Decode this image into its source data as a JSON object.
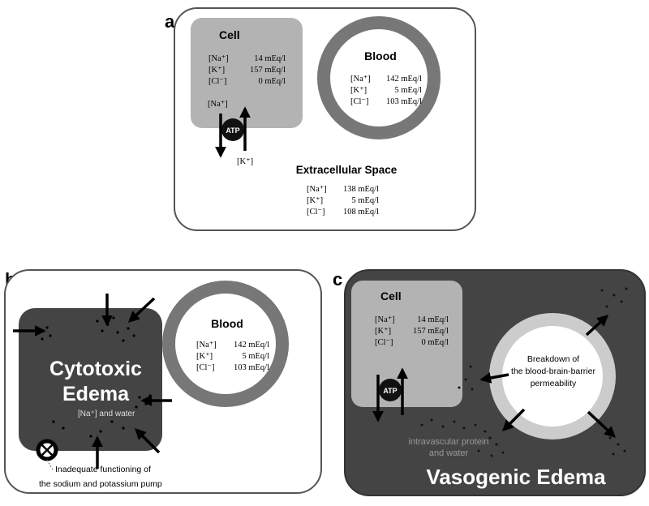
{
  "panels": {
    "a": {
      "letter": "a",
      "cell": {
        "title": "Cell",
        "ions": [
          {
            "ion": "[Na⁺]",
            "value": "14 mEq/l"
          },
          {
            "ion": "[K⁺]",
            "value": "157 mEq/l"
          },
          {
            "ion": "[Cl⁻]",
            "value": "0 mEq/l"
          }
        ]
      },
      "pump": {
        "label": "ATP",
        "na_label": "[Na⁺]",
        "k_label": "[K⁺]"
      },
      "blood": {
        "title": "Blood",
        "ions": [
          {
            "ion": "[Na⁺]",
            "value": "142 mEq/l"
          },
          {
            "ion": "[K⁺]",
            "value": "5 mEq/l"
          },
          {
            "ion": "[Cl⁻]",
            "value": "103 mEq/l"
          }
        ]
      },
      "extracellular": {
        "title": "Extracellular Space",
        "ions": [
          {
            "ion": "[Na⁺]",
            "value": "138 mEq/l"
          },
          {
            "ion": "[K⁺]",
            "value": "5 mEq/l"
          },
          {
            "ion": "[Cl⁻]",
            "value": "108 mEq/l"
          }
        ]
      }
    },
    "b": {
      "letter": "b",
      "title_line1": "Cytotoxic",
      "title_line2": "Edema",
      "inside_label": "[Na⁺] and water",
      "pump_note_line1": "Inadequate functioning of",
      "pump_note_line2": "the sodium and potassium pump",
      "blood": {
        "title": "Blood",
        "ions": [
          {
            "ion": "[Na⁺]",
            "value": "142 mEq/l"
          },
          {
            "ion": "[K⁺]",
            "value": "5 mEq/l"
          },
          {
            "ion": "[Cl⁻]",
            "value": "103 mEq/l"
          }
        ]
      }
    },
    "c": {
      "letter": "c",
      "cell": {
        "title": "Cell",
        "ions": [
          {
            "ion": "[Na⁺]",
            "value": "14 mEq/l"
          },
          {
            "ion": "[K⁺]",
            "value": "157 mEq/l"
          },
          {
            "ion": "[Cl⁻]",
            "value": "0 mEq/l"
          }
        ]
      },
      "pump": {
        "label": "ATP"
      },
      "breakdown_line1": "Breakdown of",
      "breakdown_line2": "the blood-brain-barrier",
      "breakdown_line3": "permeability",
      "leak_line1": "intravascular protein",
      "leak_line2": "and water",
      "title": "Vasogenic Edema"
    }
  },
  "colors": {
    "cell_fill": "#b3b3b3",
    "blood_ring": "#777777",
    "dark_fill": "#444444",
    "light_ring": "#cccccc"
  }
}
